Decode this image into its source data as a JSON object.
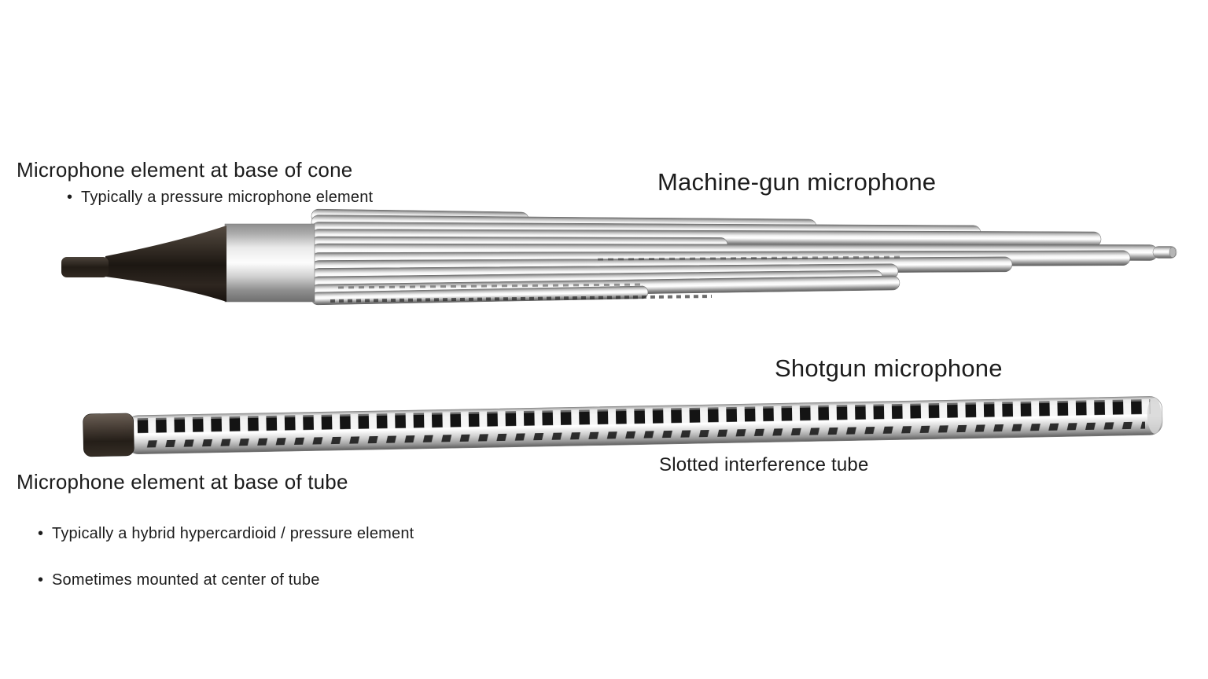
{
  "slide": {
    "background": "#ffffff",
    "text_color": "#1c1c1c",
    "metal_color": "#c9c9c9",
    "dark_body_color": "#1c1712"
  },
  "machine_gun_section": {
    "title": "Machine-gun microphone",
    "element_label": "Microphone element at base of cone",
    "bullets": [
      "Typically a pressure microphone element"
    ]
  },
  "shotgun_section": {
    "title": "Shotgun microphone",
    "tube_label": "Slotted interference tube",
    "element_label": "Microphone element at base of tube",
    "bullets": [
      "Typically a hybrid hypercardioid / pressure element",
      "Sometimes mounted at center of tube"
    ]
  }
}
